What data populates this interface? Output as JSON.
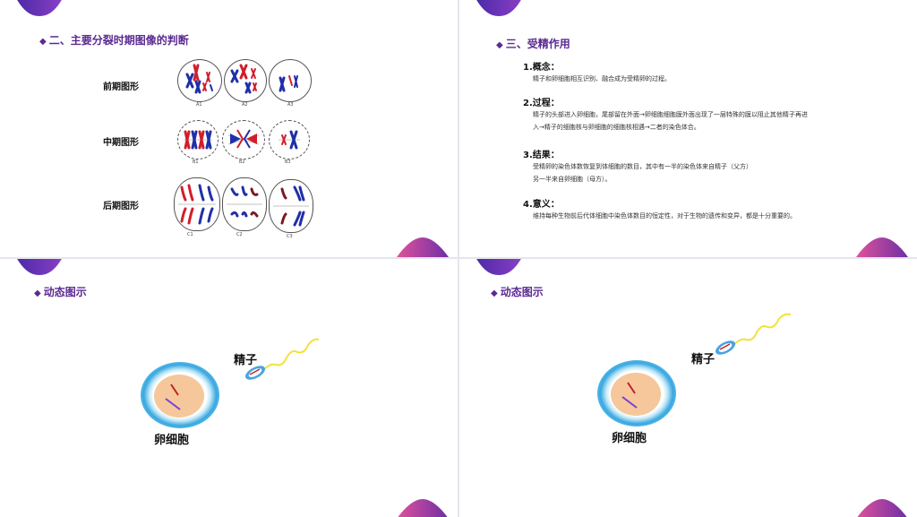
{
  "slide1": {
    "heading": "二、主要分裂时期图像的判断",
    "rows": [
      {
        "label": "前期图形",
        "captions": [
          "A1",
          "A2",
          "A3"
        ]
      },
      {
        "label": "中期图形",
        "captions": [
          "B1",
          "B2",
          "B3"
        ]
      },
      {
        "label": "后期图形",
        "captions": [
          "C1",
          "C2",
          "C3"
        ]
      }
    ],
    "colors": {
      "red": "#d21e2b",
      "blue": "#1f2fa8"
    }
  },
  "slide2": {
    "heading": "三、受精作用",
    "sections": [
      {
        "title": "1.概念：",
        "lines": [
          "精子和卵细胞相互识别、融合成为受精卵的过程。"
        ]
      },
      {
        "title": "2.过程：",
        "lines": [
          "精子的头部进入卵细胞，尾部留在外面→卵细胞细胞膜外面出现了一层特殊的膜以阻止其他精子再进",
          "入→精子的细胞核与卵细胞的细胞核相遇→二者的染色体合。"
        ]
      },
      {
        "title": "3.结果：",
        "lines": [
          "受精卵的染色体数恢复到体细胞的数目，其中有一半的染色体来自精子（父方）",
          "另一半来自卵细胞（母方）。"
        ]
      },
      {
        "title": "4.意义：",
        "lines": [
          "维持每种生物前后代体细胞中染色体数目的恒定性，对于生物的遗传和变异，都是十分重要的。"
        ]
      }
    ]
  },
  "slide3": {
    "heading": "动态图示",
    "sperm_label": "精子",
    "egg_label": "卵细胞"
  },
  "slide4": {
    "heading": "动态图示",
    "sperm_label": "精子",
    "egg_label": "卵细胞"
  },
  "theme": {
    "accent": "#5b2a91",
    "deco_top": "#6a35b5",
    "deco_bottom": "#c23b8c"
  }
}
